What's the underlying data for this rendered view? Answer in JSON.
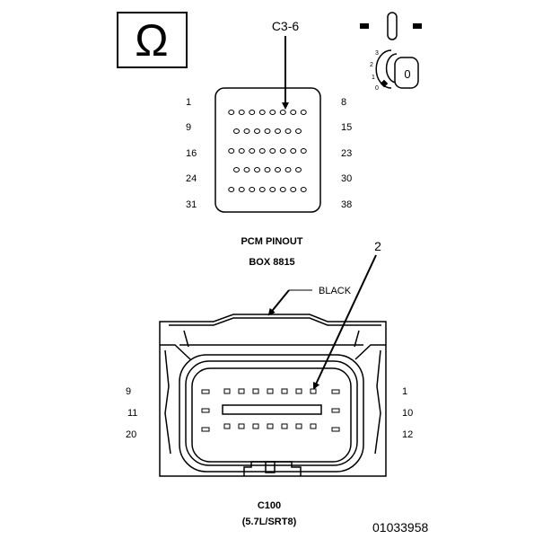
{
  "colors": {
    "ink": "#000000",
    "paper": "#ffffff"
  },
  "icons": {
    "ohm": "ohm-meter-icon",
    "ignition": "ignition-key-switch-icon"
  },
  "ohm_symbol": "Ω",
  "ignition": {
    "key_label": "0",
    "positions": [
      "3",
      "2",
      "1",
      "0"
    ]
  },
  "pcm": {
    "callout": "C3-6",
    "title_line1": "PCM PINOUT",
    "title_line2": "BOX 8815",
    "left_pins": [
      "1",
      "9",
      "16",
      "24",
      "31"
    ],
    "right_pins": [
      "8",
      "15",
      "23",
      "30",
      "38"
    ],
    "row_counts": [
      8,
      7,
      8,
      7,
      8
    ]
  },
  "c100": {
    "callout": "2",
    "color_label": "BLACK",
    "left_pins": [
      "9",
      "11",
      "20"
    ],
    "right_pins": [
      "1",
      "10",
      "12"
    ],
    "title_line1": "C100",
    "title_line2": "(5.7L/SRT8)"
  },
  "figure_number": "01033958"
}
